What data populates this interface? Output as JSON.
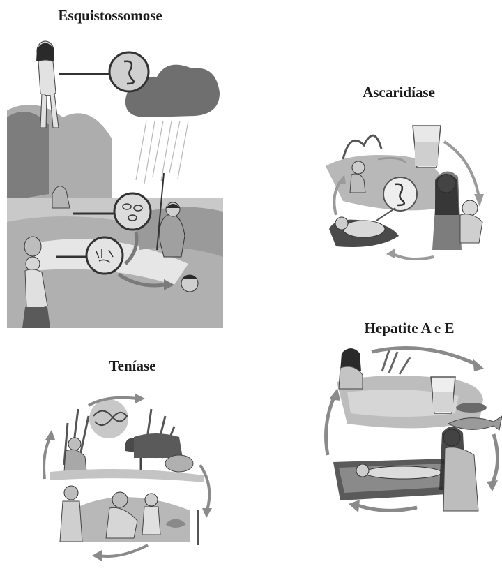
{
  "panels": [
    {
      "id": "esquistossomose",
      "title": "Esquistossomose",
      "illustration": "schistosomiasis-lifecycle-illustration"
    },
    {
      "id": "ascaridiase",
      "title": "Ascaridíase",
      "illustration": "ascariasis-lifecycle-illustration"
    },
    {
      "id": "teniase",
      "title": "Teníase",
      "illustration": "taeniasis-lifecycle-illustration"
    },
    {
      "id": "hepatite",
      "title": "Hepatite A e E",
      "illustration": "hepatitis-transmission-illustration"
    }
  ],
  "colors": {
    "ink": "#1a1a1a",
    "wash_dark": "#7a7a7a",
    "wash_mid": "#a8a8a8",
    "wash_light": "#d4d4d4",
    "arrow": "#8a8a8a"
  }
}
